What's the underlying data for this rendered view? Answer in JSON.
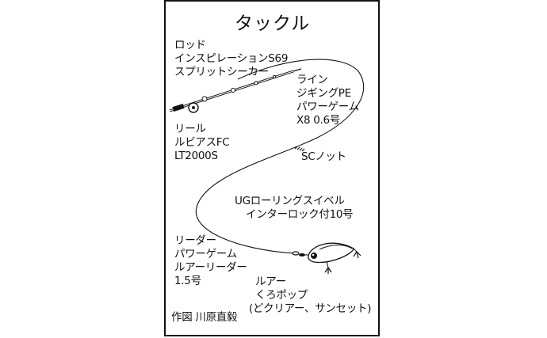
{
  "title": "タックル",
  "rod": {
    "lines": [
      "ロッド",
      "インスピレーションS69",
      "スプリットシーカー"
    ]
  },
  "line": {
    "lines": [
      "ライン",
      "ジギングPE",
      "パワーゲーム",
      "X8 0.6号"
    ]
  },
  "reel": {
    "lines": [
      "リール",
      "ルビアスFC",
      "LT2000S"
    ]
  },
  "knot": {
    "label": "SCノット"
  },
  "swivel": {
    "lines": [
      "UGローリングスイベル",
      "インターロック付10号"
    ]
  },
  "leader": {
    "lines": [
      "リーダー",
      "パワーゲーム",
      "ルアーリーダー",
      "1.5号"
    ]
  },
  "lure": {
    "lines": [
      "ルアー",
      "くろポップ",
      "(どクリアー、サンセット)"
    ]
  },
  "credit": "作図 川原直毅",
  "colors": {
    "ink": "#111111",
    "background": "#ffffff"
  }
}
